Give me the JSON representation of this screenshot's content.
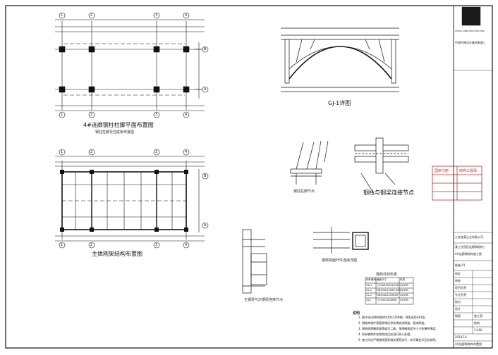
{
  "drawings": {
    "column_base_plan": {
      "title": "4#连廊钢柱柱脚平面布置图",
      "note": "钢柱柱脚及柱底板布置图"
    },
    "frame_plan": {
      "title": "主体刚架结构布置图"
    },
    "truss_detail": {
      "title": "GJ-1详图"
    },
    "column_base_detail": {
      "title": "钢柱柱脚节点"
    },
    "column_beam_joint": {
      "title": "钢柱与钢梁连接节点"
    },
    "beam_splice": {
      "title": "钢梁截面杆件连接详图"
    },
    "main_secondary_joint": {
      "title": "主钢梁与次钢梁连接节点"
    }
  },
  "axes": {
    "cols": [
      "1",
      "2",
      "3",
      "4"
    ],
    "rows": [
      "A",
      "B"
    ]
  },
  "member_table": {
    "title": "钢构件材料表",
    "headers": [
      "构件编号",
      "截面尺寸",
      "材质"
    ],
    "rows": [
      [
        "GZ-1",
        "□300X300X10X10",
        "Q235B"
      ],
      [
        "GL-1",
        "HN300X150X6.5X9",
        "Q235B"
      ],
      [
        "GL-2",
        "HN250X125X6X9",
        "Q235B"
      ],
      [
        "GJ-1",
        "□200X200X8X8",
        "Q235B"
      ]
    ]
  },
  "notes": {
    "heading": "说明",
    "lines": [
      "1. 图中未注明的钢材均为Q235B钢，焊条采用E43型。",
      "2. 钢结构构件表面除锈后涂防锈底漆两道，面漆两道。",
      "3. 钢结构焊缝质量等级为二级，角焊缝高度不小于较薄件厚度。",
      "4. 所有钢构件安装完成后应进行防火处理。",
      "5. 施工时应严格按照国家相关规范执行，未尽事宜详见总说明。"
    ]
  },
  "title_block": {
    "company": "中国中建设计集团有限公司",
    "company_en": "CHINA CONSTRUCTION DESIGN GROUP",
    "stamp_lines": [
      "国家注册",
      "结构工程师"
    ],
    "client": "江苏省某企业有限公司",
    "project": "某工业园区连廊钢结构工程",
    "subproject": "4#连廊钢结构施工图",
    "drawing_name": "4#连廊钢结构布置图",
    "discipline": "结构",
    "stage": "施工图",
    "drawing_no": "结施-01",
    "scale": "1:100",
    "date": "2019.10",
    "roles": [
      "审定",
      "审核",
      "项目负责",
      "专业负责",
      "校对",
      "设计",
      "制图"
    ]
  }
}
